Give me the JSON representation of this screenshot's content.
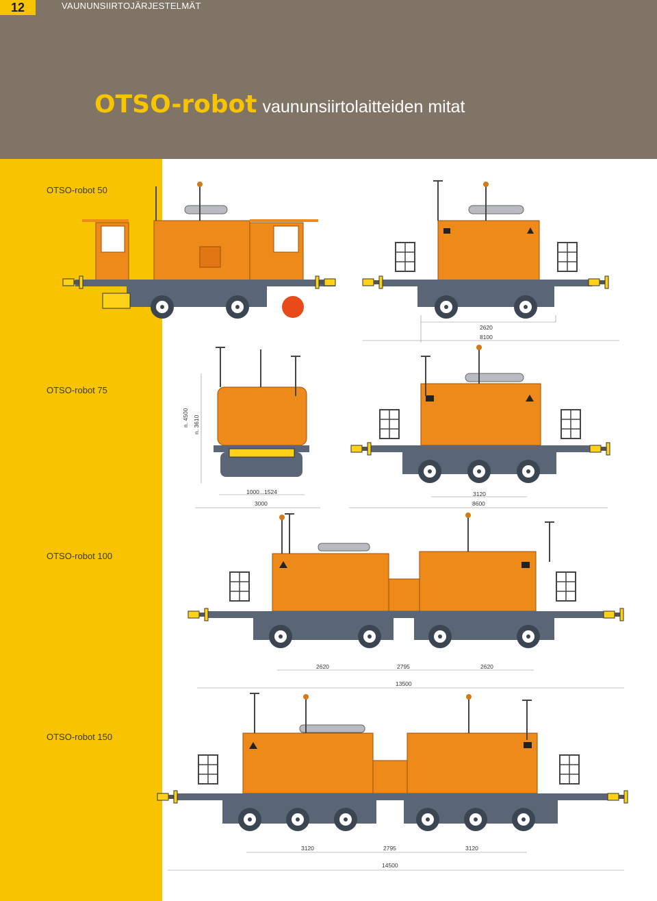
{
  "header": {
    "page_number": "12",
    "section_title": "VAUNUNSIIRTOJÄRJESTELMÄT",
    "title_main": "OTSO-robot",
    "title_sub": "vaununsiirtolaitteiden mitat"
  },
  "colors": {
    "header_bg": "#7f7466",
    "accent": "#f8c300",
    "body_orange": "#ee8a1a",
    "chassis_grey": "#5a6676"
  },
  "models": [
    {
      "name": "OTSO-robot 50",
      "dims": [
        "2620",
        "8100"
      ]
    },
    {
      "name": "OTSO-robot 75",
      "dims": [
        "1000...1524",
        "3000",
        "3120",
        "8600"
      ],
      "vertical_dims": [
        "n. 4500",
        "n. 3610"
      ]
    },
    {
      "name": "OTSO-robot 100",
      "dims": [
        "2620",
        "2795",
        "2620",
        "13500"
      ]
    },
    {
      "name": "OTSO-robot 150",
      "dims": [
        "3120",
        "2795",
        "3120",
        "14500"
      ]
    }
  ]
}
